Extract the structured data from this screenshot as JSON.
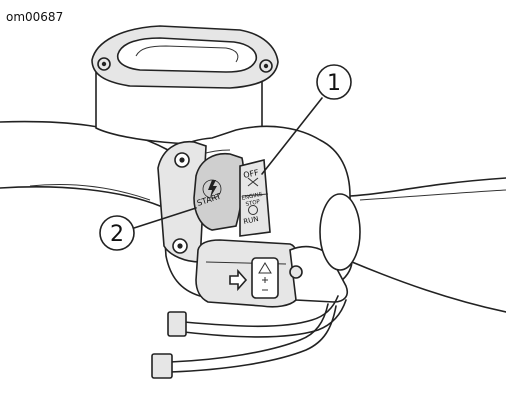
{
  "figure_id": "om00687",
  "callouts": [
    {
      "number": "1"
    },
    {
      "number": "2"
    }
  ],
  "switch_labels": {
    "off": "OFF",
    "engine": "ENGINE",
    "stop": "STOP",
    "run": "RUN",
    "start": "START"
  },
  "icons": [
    "start-bolt-icon",
    "turn-arrow-icon",
    "hazard-triangle-icon",
    "screw-icon"
  ],
  "colors": {
    "line": "#222222",
    "fill_light": "#e6e6e6",
    "fill_mid": "#cfcfcf"
  }
}
